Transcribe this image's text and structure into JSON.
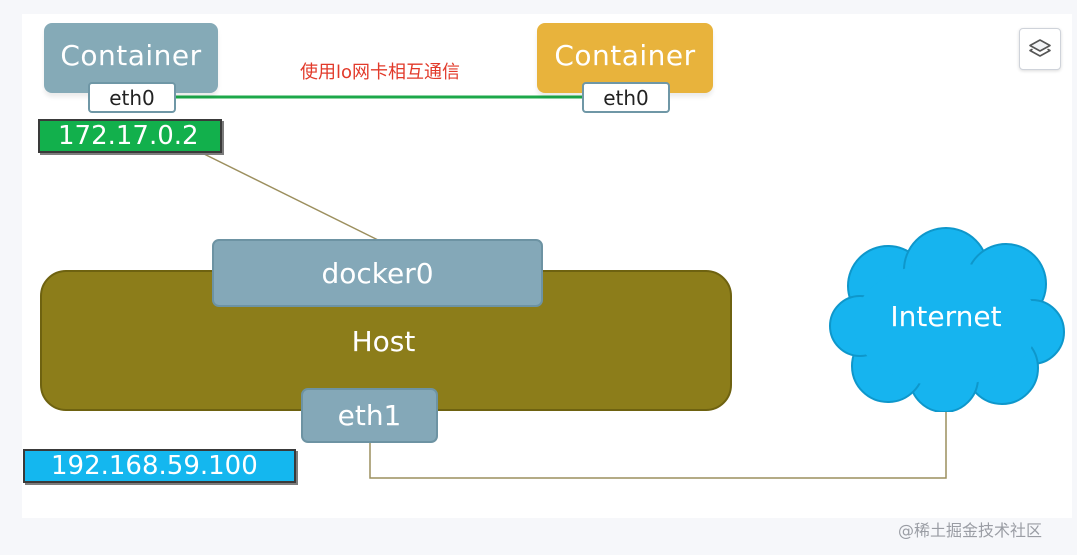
{
  "left_container": {
    "label": "Container",
    "iface": "eth0",
    "ip": "172.17.0.2"
  },
  "right_container": {
    "label": "Container",
    "iface": "eth0"
  },
  "link_caption": "使用lo网卡相互通信",
  "host": {
    "label": "Host",
    "bridge": "docker0",
    "iface": "eth1",
    "ip": "192.168.59.100"
  },
  "internet": {
    "label": "Internet"
  },
  "watermark": "@稀土掘金技术社区",
  "icons": {
    "layers": "layers-icon"
  },
  "colors": {
    "left_container": "#85aab7",
    "right_container": "#e8b33c",
    "container_ip_bg": "#12b04c",
    "host_ip_bg": "#14b7ef",
    "host": "#8c7d1a",
    "cloud": "#16b4ef",
    "link_line": "#1ca84a",
    "connector_line": "#9c8f5e",
    "caption": "#e23a2a"
  }
}
